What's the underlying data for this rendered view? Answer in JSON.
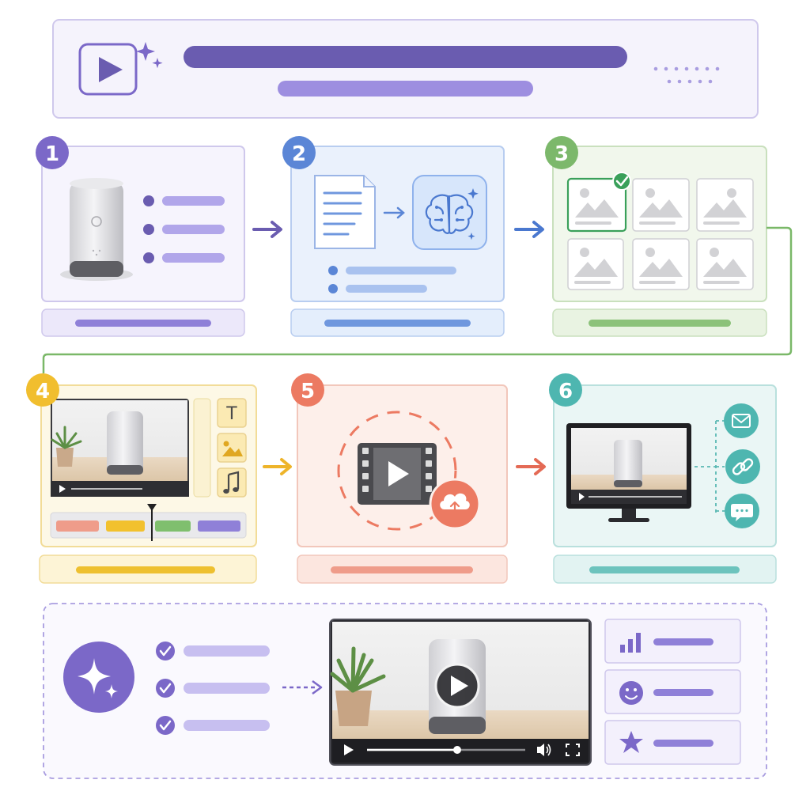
{
  "palette": {
    "purple": "#7b68c8",
    "purple_dark": "#6a5cb0",
    "purple_light": "#a99de0",
    "blue": "#5b86d6",
    "blue_light": "#a9c2ef",
    "green": "#7ab868",
    "green_badge": "#7cb86b",
    "yellow": "#f1be2e",
    "orange": "#ec7a62",
    "teal": "#4eb6b0",
    "check_green": "#3aa05a"
  },
  "steps": [
    {
      "number": "1",
      "theme": "purple",
      "content": "product-photo"
    },
    {
      "number": "2",
      "theme": "blue",
      "content": "ai-script-generation"
    },
    {
      "number": "3",
      "theme": "green",
      "content": "image-selection"
    },
    {
      "number": "4",
      "theme": "yellow",
      "content": "video-editing"
    },
    {
      "number": "5",
      "theme": "orange",
      "content": "render-upload"
    },
    {
      "number": "6",
      "theme": "teal",
      "content": "share-distribute"
    }
  ],
  "editor_tools": {
    "text_tool": "T"
  },
  "icons": {
    "header": "video-play-icon",
    "sparkle": "sparkle-icon",
    "document": "document-icon",
    "brain": "ai-brain-icon",
    "film": "film-icon",
    "cloud_upload": "cloud-upload-icon",
    "mail": "mail-icon",
    "link": "link-icon",
    "chat": "chat-icon",
    "chart": "bar-chart-icon",
    "smile": "smile-icon",
    "star": "star-icon"
  }
}
